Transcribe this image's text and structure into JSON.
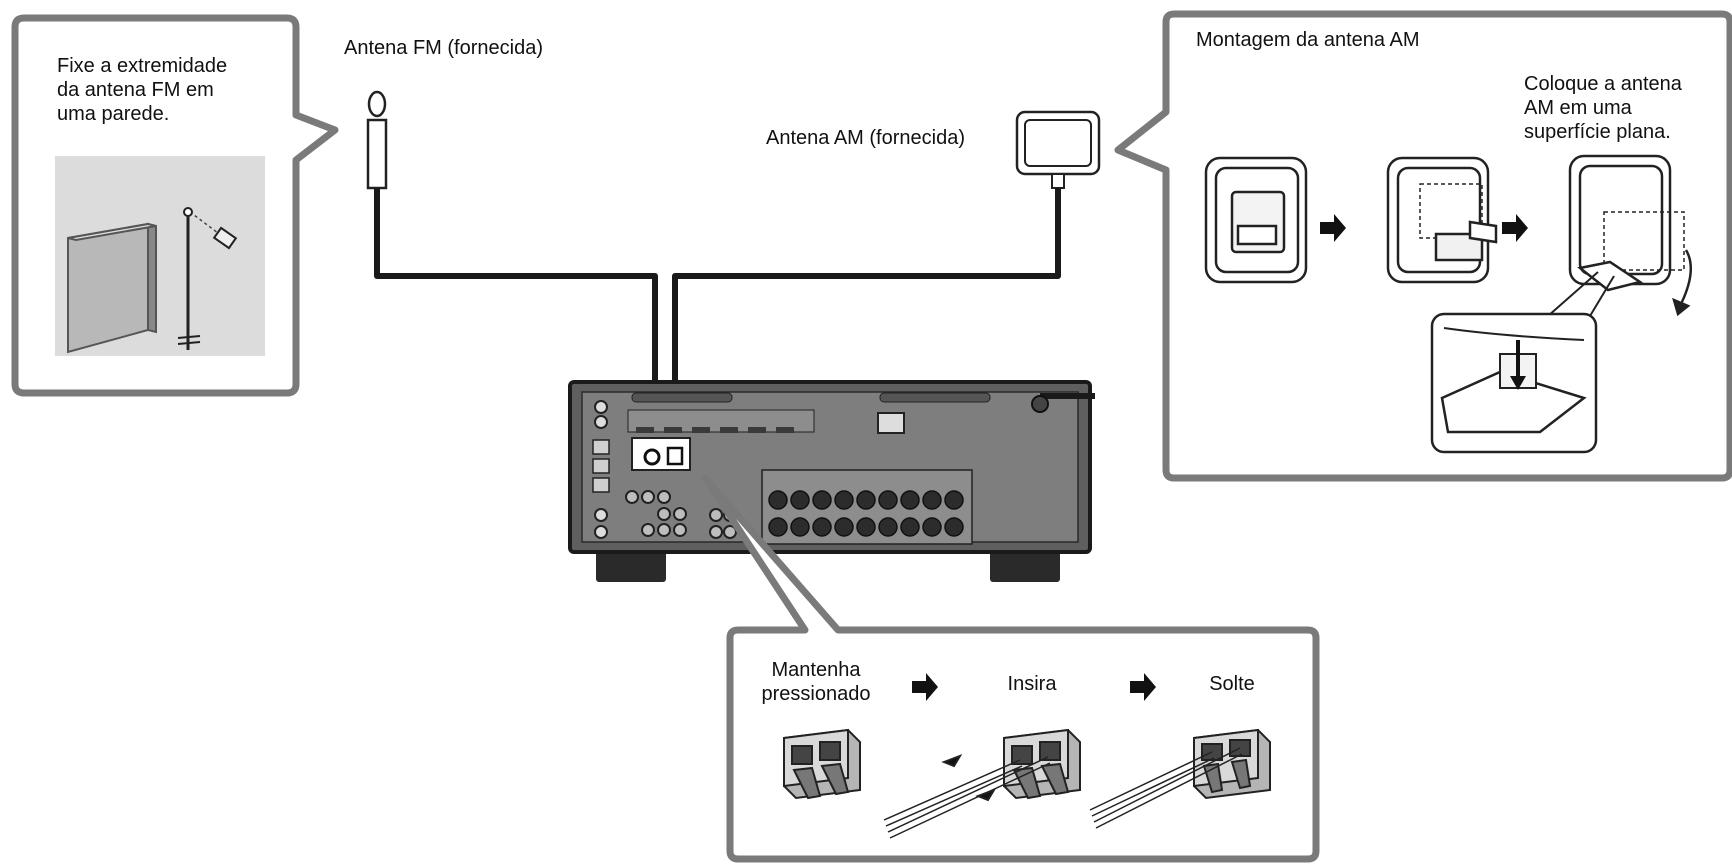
{
  "callout_fm": {
    "text_lines": [
      "Fixe a extremidade",
      "da antena FM em",
      "uma parede."
    ]
  },
  "fm_antenna": {
    "label": "Antena FM (fornecida)"
  },
  "am_antenna": {
    "label": "Antena AM (fornecida)"
  },
  "callout_am": {
    "title": "Montagem da antena AM",
    "note_lines": [
      "Coloque a antena",
      "AM em uma",
      "superfície plana."
    ]
  },
  "callout_terminal": {
    "steps": [
      {
        "label_lines": [
          "Mantenha",
          "pressionado"
        ]
      },
      {
        "label_lines": [
          "Insira"
        ]
      },
      {
        "label_lines": [
          "Solte"
        ]
      }
    ]
  },
  "colors": {
    "frame": "#7a7a7a",
    "receiver_body": "#6e6e6e",
    "receiver_panel": "#8a8a8a",
    "cable": "#1a1a1a",
    "photo_bg": "#dcdcdc"
  }
}
